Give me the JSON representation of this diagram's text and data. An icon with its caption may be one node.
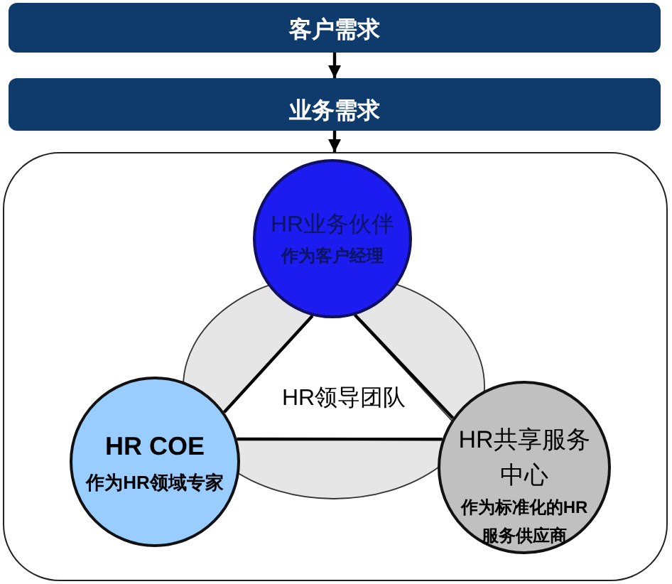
{
  "diagram": {
    "nodes": [
      {
        "text": [
          "客户需求"
        ]
      },
      {
        "text": [
          "业务需求"
        ]
      },
      {
        "text": [],
        "shape": "box"
      },
      {
        "text": [
          "HR业务伙伴",
          "作为客户经理"
        ],
        "in": 2
      },
      {
        "text": [
          "HR COE",
          "作为HR领域专家"
        ],
        "in": 2
      },
      {
        "text": [
          "HR共享服务中心",
          "作为标准化的HR服务供应商"
        ],
        "in": 2
      }
    ],
    "edges": [
      {
        "from": 0,
        "to": 1,
        "arrow": "to"
      },
      {
        "from": 1,
        "to": 2,
        "arrow": "to"
      },
      {
        "from": 3,
        "to": 4,
        "arrow": "none"
      },
      {
        "from": 3,
        "to": 5,
        "arrow": "none"
      },
      {
        "from": 4,
        "to": 5,
        "arrow": "none"
      }
    ],
    "labels": [
      "HR领导团队"
    ]
  }
}
